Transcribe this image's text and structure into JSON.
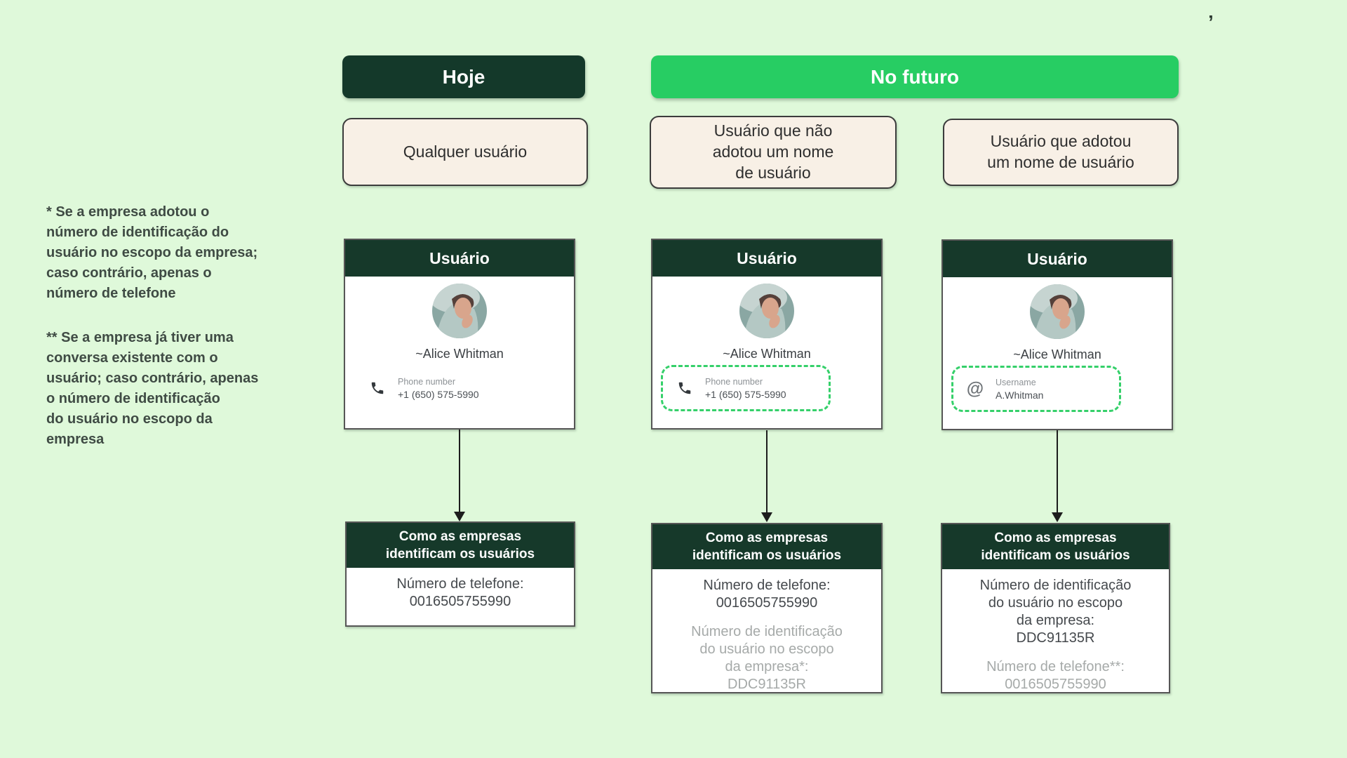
{
  "colors": {
    "background": "#dff9da",
    "dark_green": "#14392a",
    "bright_green": "#27cd63",
    "beige": "#f8f0e6",
    "dashed_highlight_green": "#35d06a",
    "muted_gray_text": "#a6aaa9"
  },
  "stray_mark": "’",
  "header": {
    "today_label": "Hoje",
    "future_label": "No futuro"
  },
  "categories": [
    {
      "label": "Qualquer usuário"
    },
    {
      "label": "Usuário que não\nadotou um nome\nde usuário"
    },
    {
      "label": "Usuário que adotou\num nome de usuário"
    }
  ],
  "footnotes": [
    {
      "text": "* Se a empresa adotou o\nnúmero de identificação do\nusuário no escopo da empresa;\ncaso contrário, apenas o\nnúmero de telefone"
    },
    {
      "text": "** Se a empresa já tiver uma\nconversa existente com o\nusuário; caso contrário, apenas\no número de identificação\ndo usuário no escopo da\nempresa"
    }
  ],
  "columns": [
    {
      "user_card": {
        "title": "Usuário",
        "name": "~Alice Whitman",
        "icon": "phone-icon",
        "contact_label": "Phone number",
        "contact_value": "+1 (650) 575-5990",
        "highlighted": false
      },
      "result_card": {
        "title": "Como as empresas\nidentificam os usuários",
        "primary": "Número de telefone:\n0016505755990",
        "secondary": ""
      }
    },
    {
      "user_card": {
        "title": "Usuário",
        "name": "~Alice Whitman",
        "icon": "phone-icon",
        "contact_label": "Phone number",
        "contact_value": "+1 (650) 575-5990",
        "highlighted": true
      },
      "result_card": {
        "title": "Como as empresas\nidentificam os usuários",
        "primary": "Número de telefone:\n0016505755990",
        "secondary": "Número de identificação\ndo usuário no escopo\nda empresa*:\nDDC91135R"
      }
    },
    {
      "user_card": {
        "title": "Usuário",
        "name": "~Alice Whitman",
        "icon": "at-icon",
        "icon_glyph": "@",
        "contact_label": "Username",
        "contact_value": "A.Whitman",
        "highlighted": true
      },
      "result_card": {
        "title": "Como as empresas\nidentificam os usuários",
        "primary": "Número de identificação\ndo usuário no escopo\nda empresa:\nDDC91135R",
        "secondary": "Número de telefone**:\n0016505755990"
      }
    }
  ]
}
